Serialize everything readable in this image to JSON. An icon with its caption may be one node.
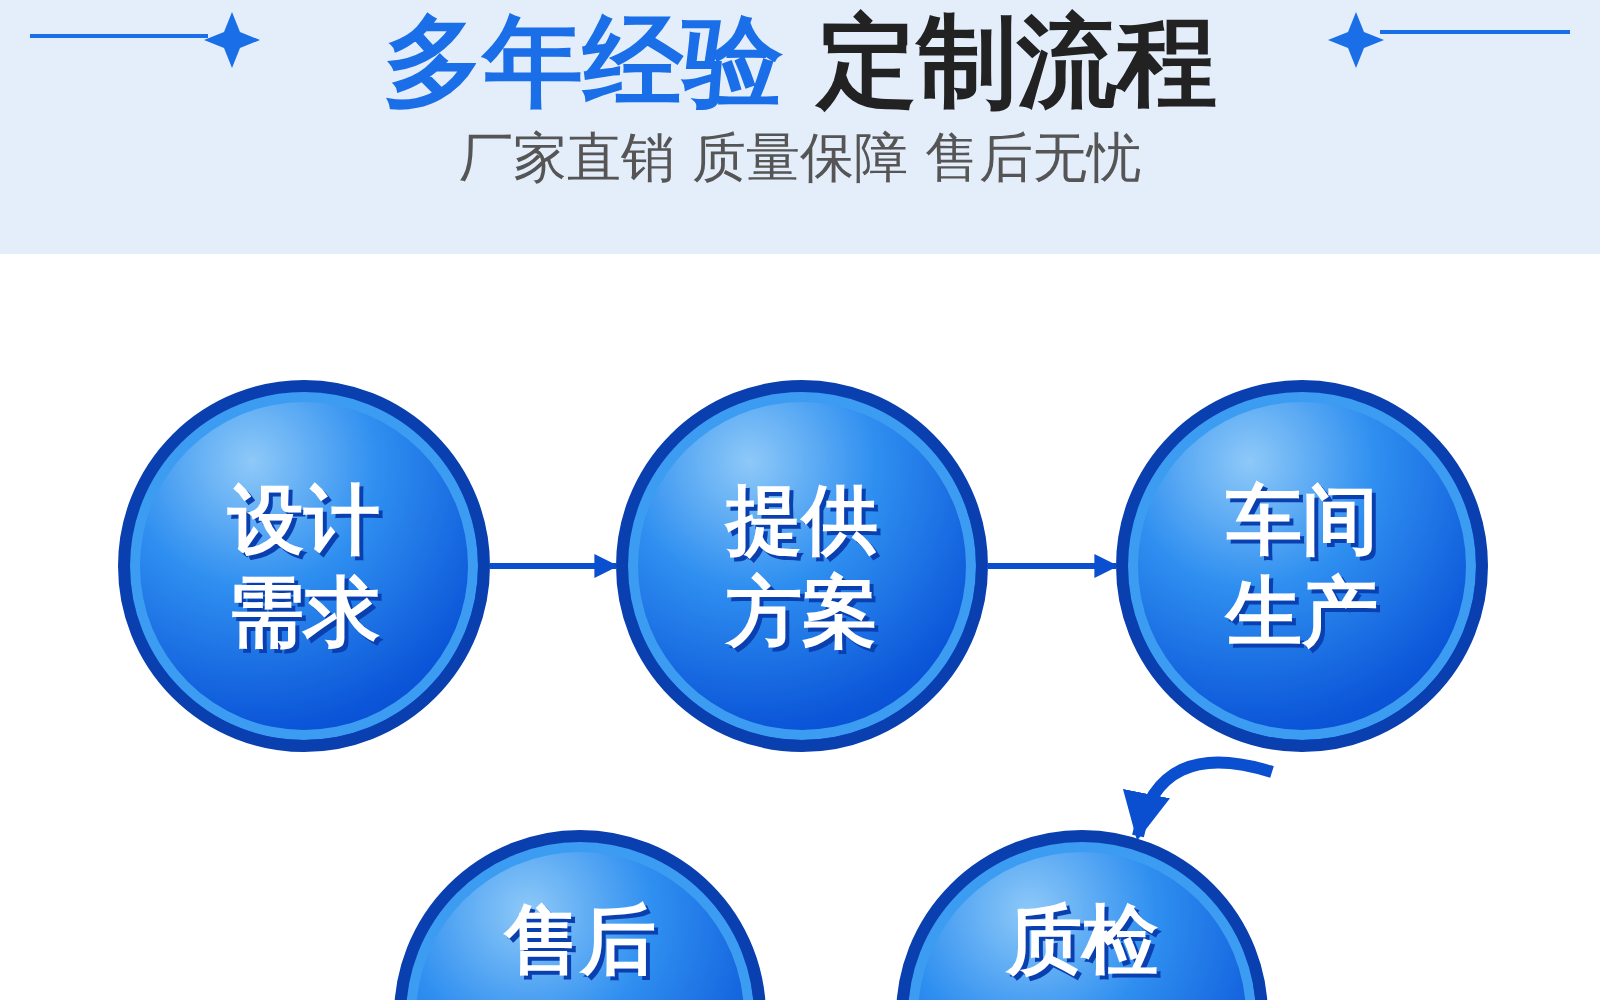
{
  "diagram": {
    "title": "多年经验 定制流程",
    "caption": "厂家直销 质量保障 售后无忧",
    "nodes": [
      {
        "text": [
          "设计需求"
        ]
      },
      {
        "text": [
          "提供方案"
        ]
      },
      {
        "text": [
          "车间生产"
        ]
      },
      {
        "text": [
          "售后"
        ]
      },
      {
        "text": [
          "质检"
        ]
      }
    ],
    "edges": [
      {
        "from": 0,
        "to": 1,
        "arrow": "to"
      },
      {
        "from": 1,
        "to": 2,
        "arrow": "to"
      },
      {
        "from": 2,
        "to": 4,
        "arrow": "to",
        "style": "thick"
      }
    ]
  }
}
